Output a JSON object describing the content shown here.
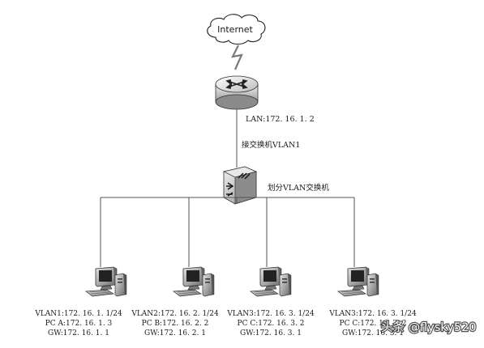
{
  "cloud": {
    "label": "Internet"
  },
  "router": {
    "lan_label": "LAN:172. 16. 1. 2"
  },
  "uplink": {
    "label": "接交换机VLAN1"
  },
  "switch": {
    "label": "划分VLAN交换机"
  },
  "pcs": [
    {
      "lines": [
        "VLAN1:172. 16. 1. 1/24",
        "PC A:172. 16. 1. 3",
        "GW:172. 16. 1. 1"
      ]
    },
    {
      "lines": [
        "VLAN2:172. 16. 2. 1/24",
        "PC B:172. 16. 2. 2",
        "GW:172. 16. 2. 1"
      ]
    },
    {
      "lines": [
        "VLAN3:172. 16. 3. 1/24",
        "PC C:172. 16. 3. 2",
        "GW:172. 16. 3. 1"
      ]
    },
    {
      "lines": [
        "VLAN3:172. 16. 3. 1/24",
        "PC C:172. 16. 3. 2",
        "GW:172. 16. 3. 1"
      ]
    }
  ],
  "watermark": {
    "text": "头条 @flysky520"
  }
}
